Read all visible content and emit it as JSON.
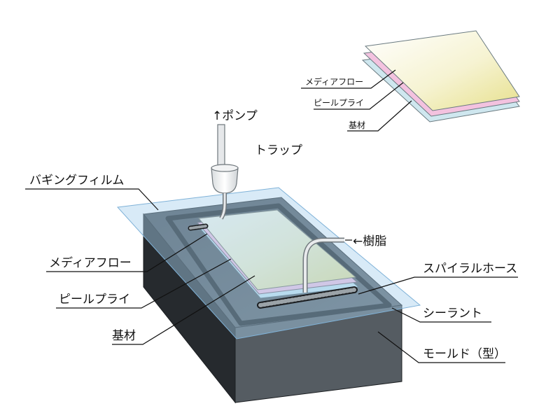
{
  "labels": {
    "pump": "↑ポンプ",
    "trap": "トラップ",
    "bagging_film": "バギングフィルム",
    "resin": "←樹脂",
    "media_flow": "メディアフロー",
    "peel_ply": "ピールプライ",
    "substrate": "基材",
    "spiral_hose": "スパイラルホース",
    "sealant": "シーラント",
    "mold": "モールド（型）"
  },
  "inset_labels": {
    "media_flow": "メディアフロー",
    "peel_ply": "ピールプライ",
    "substrate": "基材"
  },
  "colors": {
    "mold_top": "#4a5258",
    "mold_front": "#2a2d31",
    "mold_right": "#5a6066",
    "bagging_film": "#a9cdea",
    "media_flow_gradient": [
      "#fbfbf4",
      "#e6e39a"
    ],
    "peel_ply": "#f2bede",
    "substrate": "#cfe7ef",
    "sealant": "#1c1f22"
  }
}
